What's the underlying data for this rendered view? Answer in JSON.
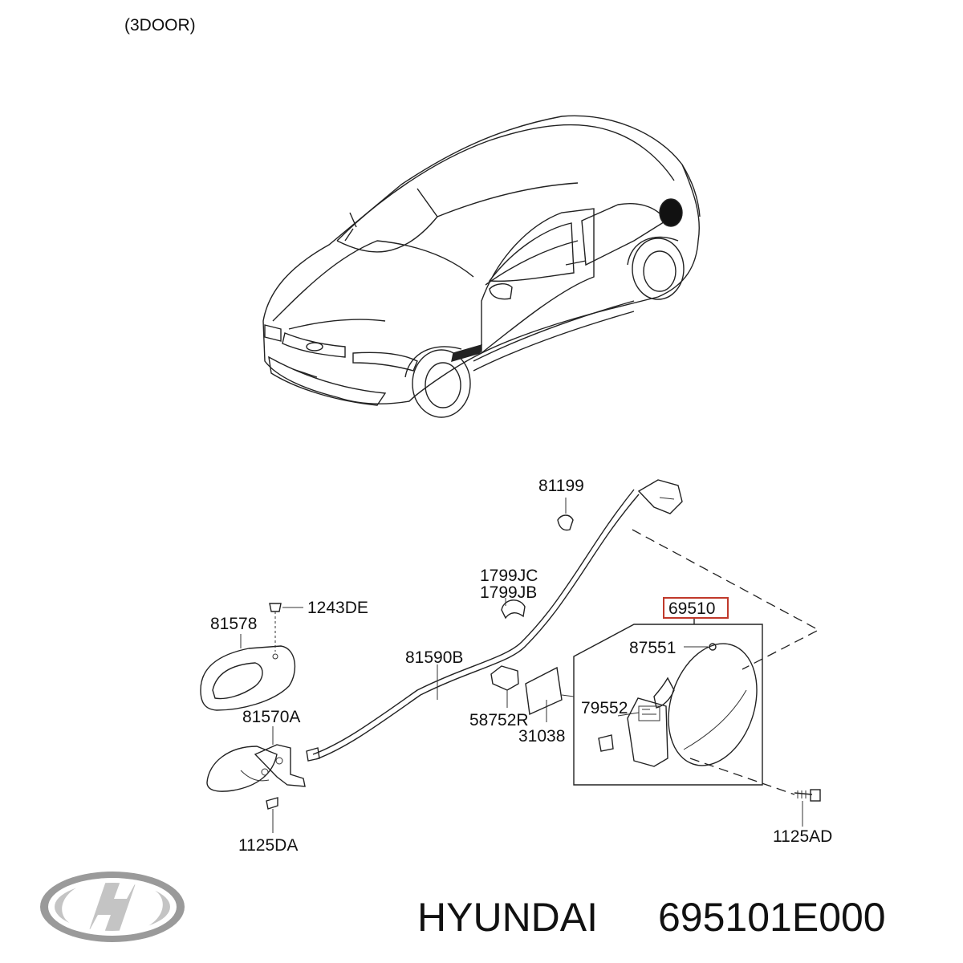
{
  "variant_label": "(3DOOR)",
  "parts": {
    "p81199": "81199",
    "p1799JC": "1799JC",
    "p1799JB": "1799JB",
    "p1243DE": "1243DE",
    "p81578": "81578",
    "p81590B": "81590B",
    "p69510": "69510",
    "p87551": "87551",
    "p79552": "79552",
    "p58752R": "58752R",
    "p31038": "31038",
    "p81570A": "81570A",
    "p1125DA": "1125DA",
    "p1125AD": "1125AD"
  },
  "highlight_color": "#c0392b",
  "footer": {
    "brand": "HYUNDAI",
    "part_number": "695101E000",
    "logo": "hyundai-logo"
  }
}
